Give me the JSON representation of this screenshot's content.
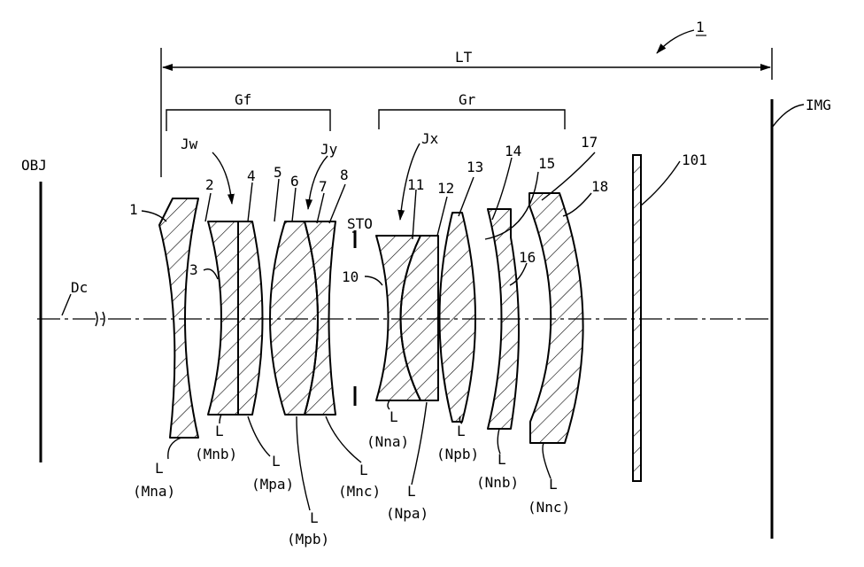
{
  "labels": {
    "figure_ref": "1",
    "total_length": "LT",
    "front_group": "Gf",
    "rear_group": "Gr",
    "object": "OBJ",
    "image": "IMG",
    "axis": "Dc",
    "stop": "STO",
    "joint_w": "Jw",
    "joint_y": "Jy",
    "joint_x": "Jx",
    "filter_ref": "101"
  },
  "surface_numbers": [
    "1",
    "2",
    "3",
    "4",
    "5",
    "6",
    "7",
    "8",
    "10",
    "11",
    "12",
    "13",
    "14",
    "15",
    "16",
    "17",
    "18"
  ],
  "lens_labels": [
    {
      "L": "L",
      "name": "(Mna)"
    },
    {
      "L": "L",
      "name": "(Mnb)"
    },
    {
      "L": "L",
      "name": "(Mpa)"
    },
    {
      "L": "L",
      "name": "(Mpb)"
    },
    {
      "L": "L",
      "name": "(Mnc)"
    },
    {
      "L": "L",
      "name": "(Nna)"
    },
    {
      "L": "L",
      "name": "(Npa)"
    },
    {
      "L": "L",
      "name": "(Npb)"
    },
    {
      "L": "L",
      "name": "(Nnb)"
    },
    {
      "L": "L",
      "name": "(Nnc)"
    }
  ]
}
